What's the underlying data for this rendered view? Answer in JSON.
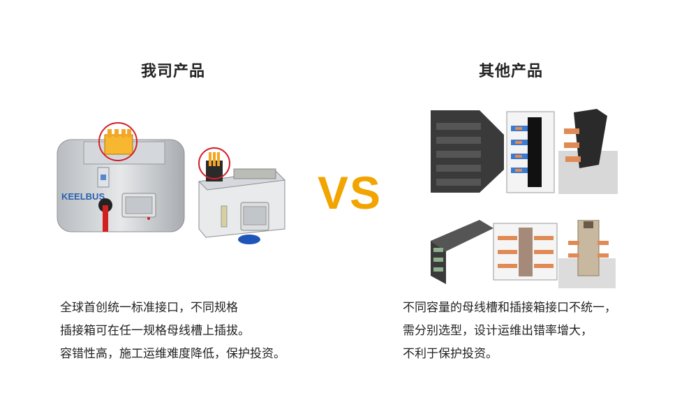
{
  "left": {
    "title": "我司产品",
    "brand_logo": "KEELBUS",
    "description": [
      "全球首创统一标准接口，不同规格",
      "插接箱可在任一规格母线槽上插拔。",
      "容错性高，施工运维难度降低，保护投资。"
    ]
  },
  "center": {
    "vs_label": "VS"
  },
  "right": {
    "title": "其他产品",
    "description": [
      "不同容量的母线槽和插接箱接口不统一，",
      "需分别选型，设计运维出错率增大，",
      "不利于保护投资。"
    ]
  },
  "colors": {
    "vs": "#f2a400",
    "highlight_circle": "#d0202a",
    "connector_orange": "#f5a623",
    "housing_gray": "#c8ccd0",
    "blue_part": "#1f55b8",
    "copper": "#e08a55"
  }
}
